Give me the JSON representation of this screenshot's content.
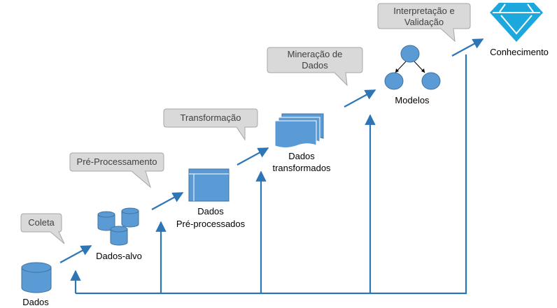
{
  "colors": {
    "accent_blue": "#2e75b6",
    "shape_fill": "#5b9bd5",
    "shape_stroke": "#41719c",
    "callout_fill": "#d9d9d9",
    "callout_stroke": "#a6a6a6",
    "gem_fill": "#1ca8dd"
  },
  "nodes": {
    "dados": "Dados",
    "dados_alvo": "Dados-alvo",
    "preprocessados_line1": "Dados",
    "preprocessados_line2": "Pré-processados",
    "transformados_line1": "Dados",
    "transformados_line2": "transformados",
    "modelos": "Modelos",
    "conhecimento": "Conhecimento"
  },
  "callouts": {
    "coleta": "Coleta",
    "preprocessamento": "Pré-Processamento",
    "transformacao": "Transformação",
    "mineracao_line1": "Mineração de",
    "mineracao_line2": "Dados",
    "interpretacao_line1": "Interpretação e",
    "interpretacao_line2": "Validação"
  },
  "icons": {
    "dados": "database-icon",
    "dados_alvo": "database-cluster-icon",
    "preprocessados": "window-icon",
    "transformados": "documents-stack-icon",
    "modelos": "tree-model-icon",
    "conhecimento": "diamond-gem-icon"
  }
}
